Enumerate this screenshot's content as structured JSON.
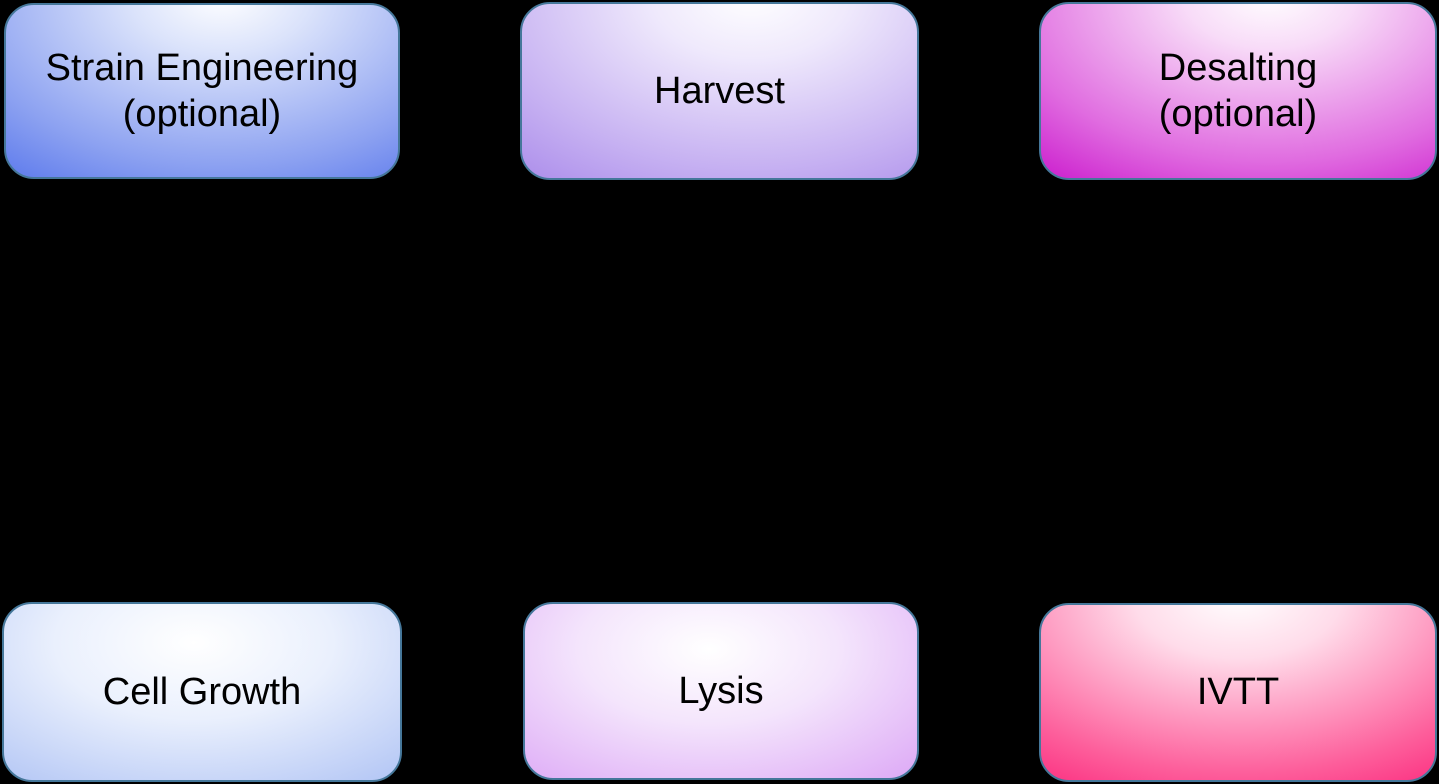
{
  "figure": {
    "type": "flowchart",
    "background_color": "#000000",
    "box_border_color": "#45779a",
    "box_text_color": "#000000",
    "highlight_color": "#ffffff"
  },
  "boxes": [
    {
      "id": "strain-engineering",
      "lines": [
        "Strain Engineering",
        "(optional)"
      ],
      "fill_color": "#4b69e9",
      "row": 1,
      "column": 1
    },
    {
      "id": "harvest",
      "lines": [
        "Harvest"
      ],
      "fill_color": "#9f7de8",
      "row": 1,
      "column": 2
    },
    {
      "id": "desalting",
      "lines": [
        "Desalting",
        "(optional)"
      ],
      "fill_color": "#ca16cd",
      "row": 1,
      "column": 3
    },
    {
      "id": "cell-growth",
      "lines": [
        "Cell Growth"
      ],
      "fill_color": "#7e9ceb",
      "row": 2,
      "column": 1
    },
    {
      "id": "lysis",
      "lines": [
        "Lysis"
      ],
      "fill_color": "#c671ef",
      "row": 2,
      "column": 2
    },
    {
      "id": "ivtt",
      "lines": [
        "IVTT"
      ],
      "fill_color": "#fb0a6a",
      "row": 2,
      "column": 3
    }
  ]
}
